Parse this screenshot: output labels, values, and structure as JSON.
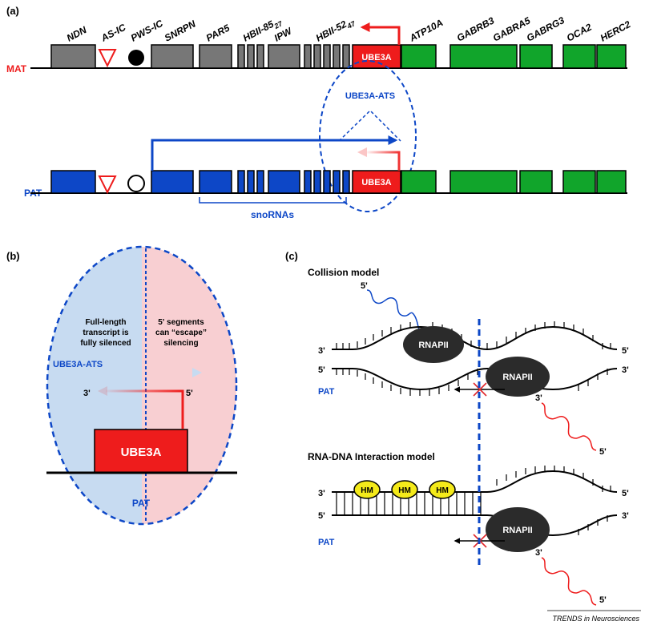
{
  "colors": {
    "maternal_red": "#ee1c1c",
    "paternal_blue": "#0d47c7",
    "silenced_gray": "#777777",
    "expressed_green": "#11a52b",
    "hm_yellow": "#f4ea1a",
    "rnapii_dark": "#2b2b2b",
    "region_blue_fill": "#c7dbf1",
    "region_red_fill": "#f8cfd2"
  },
  "panel_a": {
    "label": "(a)",
    "gene_labels": [
      "NDN",
      "AS-IC",
      "PWS-IC",
      "SNRPN",
      "PAR5",
      "HBII-85",
      "IPW",
      "HBII-52",
      "ATP10A",
      "GABRB3",
      "GABRA5",
      "GABRG3",
      "OCA2",
      "HERC2"
    ],
    "hbii85_sub": "27",
    "hbii52_sub": "47",
    "mat_label": "MAT",
    "pat_label": "PAT",
    "ube3a_mat": "UBE3A",
    "ube3a_pat": "UBE3A",
    "ube3a_ats_label": "UBE3A-ATS",
    "snorna_label": "snoRNAs"
  },
  "panel_b": {
    "label": "(b)",
    "left_text": [
      "Full-length",
      "transcript is",
      "fully silenced"
    ],
    "right_text": [
      "5' segments",
      "can “escape”",
      "silencing"
    ],
    "ats_label": "UBE3A-ATS",
    "end_3": "3'",
    "end_5": "5'",
    "ube3a_box": "UBE3A",
    "pat_label": "PAT"
  },
  "panel_c": {
    "label": "(c)",
    "collision_title": "Collision model",
    "interaction_title": "RNA-DNA Interaction model",
    "rnapii": "RNAPII",
    "hm": "HM",
    "end_3": "3'",
    "end_5": "5'",
    "pat_label": "PAT"
  },
  "footer": {
    "journal": "TRENDS in Neurosciences"
  }
}
